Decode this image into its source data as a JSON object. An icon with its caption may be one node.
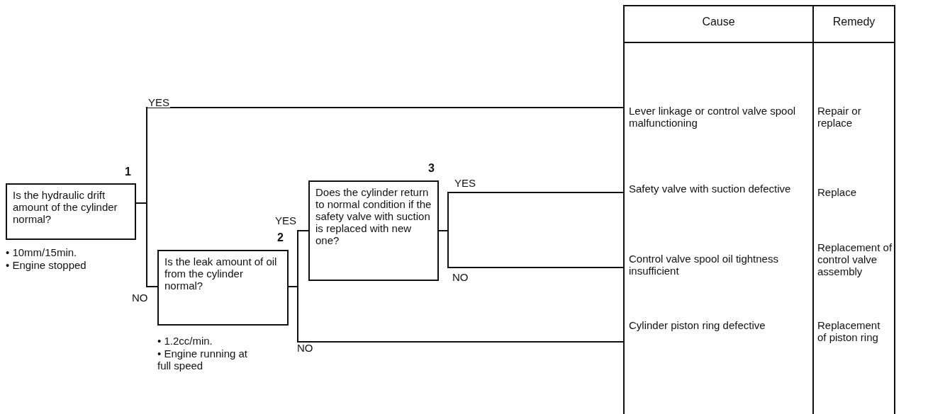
{
  "diagram": {
    "nodes": [
      {
        "text": [
          "Is the hydraulic drift amount of the cylinder normal?"
        ],
        "beside": [
          "1",
          "• 10mm/15min.",
          "• Engine stopped"
        ]
      },
      {
        "text": [
          "Is the leak amount of oil from the cylinder normal?"
        ],
        "beside": [
          "2",
          "• 1.2cc/min.",
          "• Engine running at full speed"
        ]
      },
      {
        "text": [
          "Does the cylinder return to normal condition if the safety valve with suction is replaced with new one?"
        ],
        "beside": [
          "3"
        ]
      },
      {
        "text": [
          "Lever linkage or control valve spool malfunctioning"
        ]
      },
      {
        "text": [
          "Safety valve with suction defective"
        ]
      },
      {
        "text": [
          "Control valve spool oil tightness insufficient"
        ]
      },
      {
        "text": [
          "Cylinder piston ring defective"
        ]
      }
    ],
    "edges": [
      {
        "from": 0,
        "to": 3,
        "arrow": "none",
        "label": "YES"
      },
      {
        "from": 0,
        "to": 1,
        "arrow": "none",
        "label": "NO"
      },
      {
        "from": 1,
        "to": 2,
        "arrow": "none",
        "label": "YES"
      },
      {
        "from": 1,
        "to": 6,
        "arrow": "none",
        "label": "NO"
      },
      {
        "from": 2,
        "to": 4,
        "arrow": "none",
        "label": "YES"
      },
      {
        "from": 2,
        "to": 5,
        "arrow": "none",
        "label": "NO"
      }
    ],
    "labels": [
      "Cause",
      "Remedy",
      "Repair or replace",
      "Replace",
      "Replacement of control valve assembly",
      "Replacement of piston ring"
    ]
  }
}
